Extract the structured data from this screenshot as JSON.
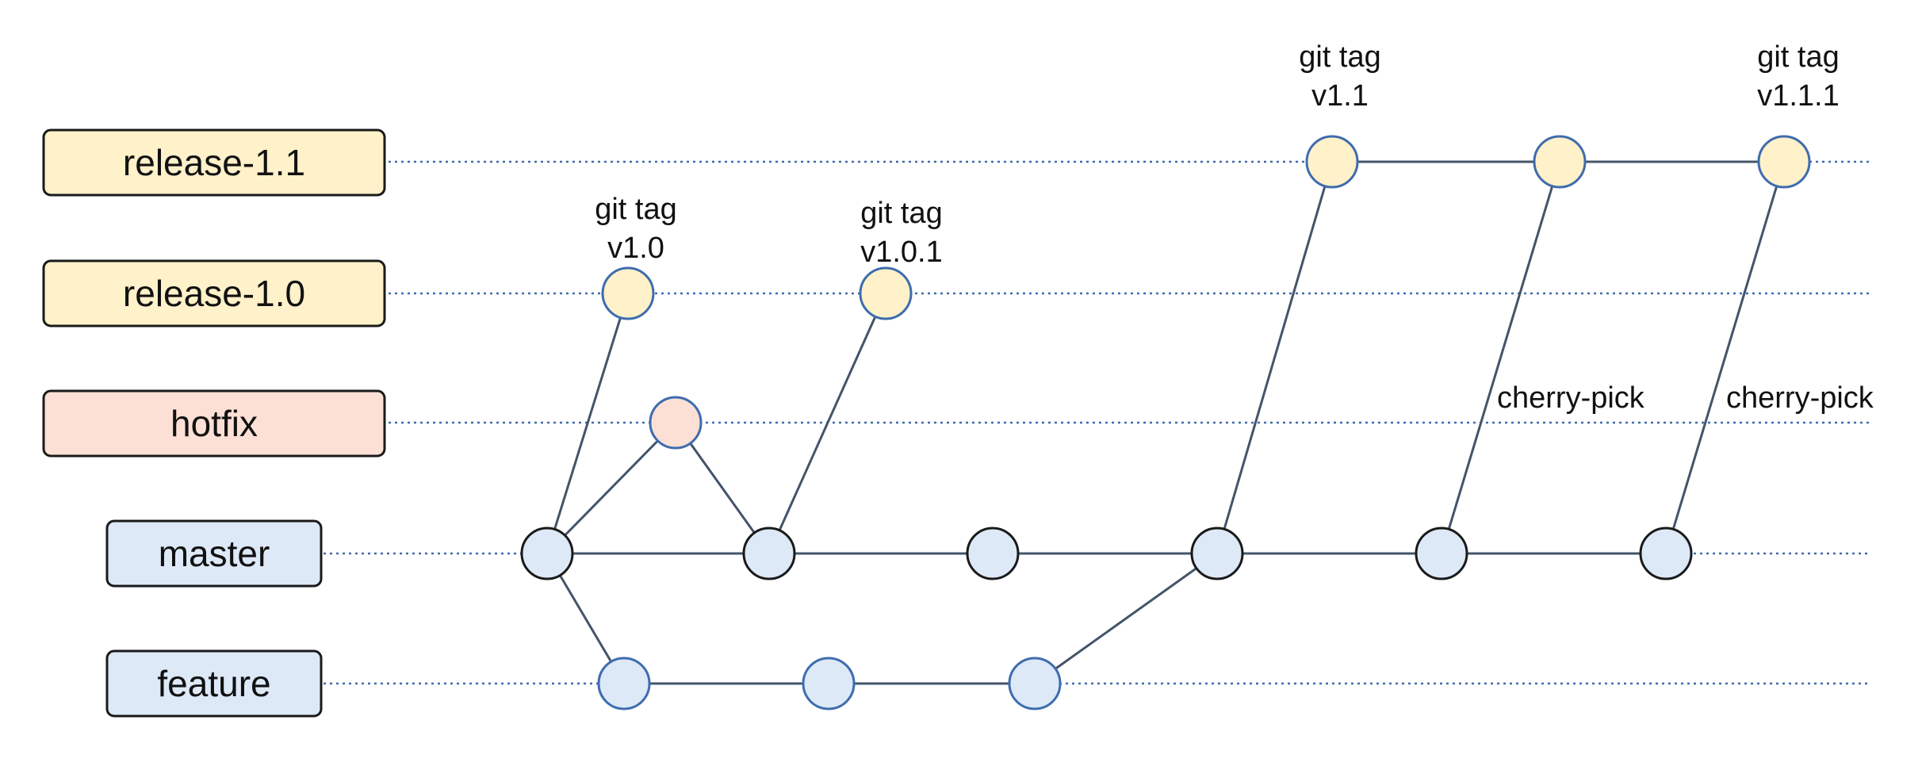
{
  "branches": [
    {
      "id": "release-1.1",
      "label": "release-1.1",
      "fill": "#FFF1C9",
      "commits": [
        1680,
        1967,
        2250
      ]
    },
    {
      "id": "release-1.0",
      "label": "release-1.0",
      "fill": "#FFF1C9",
      "commits": [
        792,
        1117
      ]
    },
    {
      "id": "hotfix",
      "label": "hotfix",
      "fill": "#FCE0D5",
      "commits": [
        852
      ]
    },
    {
      "id": "master",
      "label": "master",
      "fill": "#DDE9F7",
      "commits": [
        690,
        970,
        1252,
        1535,
        1818,
        2101
      ]
    },
    {
      "id": "feature",
      "label": "feature",
      "fill": "#DDE9F7",
      "commits": [
        787,
        1045,
        1305
      ]
    }
  ],
  "tags": [
    {
      "id": "v1-0",
      "line1": "git tag",
      "line2": "v1.0"
    },
    {
      "id": "v1-0-1",
      "line1": "git tag",
      "line2": "v1.0.1"
    },
    {
      "id": "v1-1",
      "line1": "git tag",
      "line2": "v1.1"
    },
    {
      "id": "v1-1-1",
      "line1": "git tag",
      "line2": "v1.1.1"
    }
  ],
  "annotations": {
    "cherry_pick_1": "cherry-pick",
    "cherry_pick_2": "cherry-pick"
  },
  "colors": {
    "release_node": "#FFF1C9",
    "hotfix_node": "#FCE0D5",
    "master_node": "#DDE9F7",
    "release_node_stroke": "#3E6CAE",
    "master_node_stroke": "#1A1A1A",
    "arrow": "#44546A",
    "lane_dots": "#3E6CAE"
  },
  "connections": [
    {
      "from": "master.0",
      "to": "release-1.0.0"
    },
    {
      "from": "master.0",
      "to": "hotfix.0"
    },
    {
      "from": "hotfix.0",
      "to": "master.1"
    },
    {
      "from": "master.0",
      "to": "master.1"
    },
    {
      "from": "master.1",
      "to": "release-1.0.1"
    },
    {
      "from": "master.1",
      "to": "master.2"
    },
    {
      "from": "master.2",
      "to": "master.3"
    },
    {
      "from": "master.3",
      "to": "master.4"
    },
    {
      "from": "master.4",
      "to": "master.5"
    },
    {
      "from": "master.0",
      "to": "feature.0"
    },
    {
      "from": "feature.0",
      "to": "feature.1"
    },
    {
      "from": "feature.1",
      "to": "feature.2"
    },
    {
      "from": "feature.2",
      "to": "master.3"
    },
    {
      "from": "master.3",
      "to": "release-1.1.0"
    },
    {
      "from": "release-1.1.0",
      "to": "release-1.1.1"
    },
    {
      "from": "release-1.1.1",
      "to": "release-1.1.2"
    },
    {
      "from": "master.4",
      "to": "release-1.1.1"
    },
    {
      "from": "master.5",
      "to": "release-1.1.2"
    }
  ]
}
